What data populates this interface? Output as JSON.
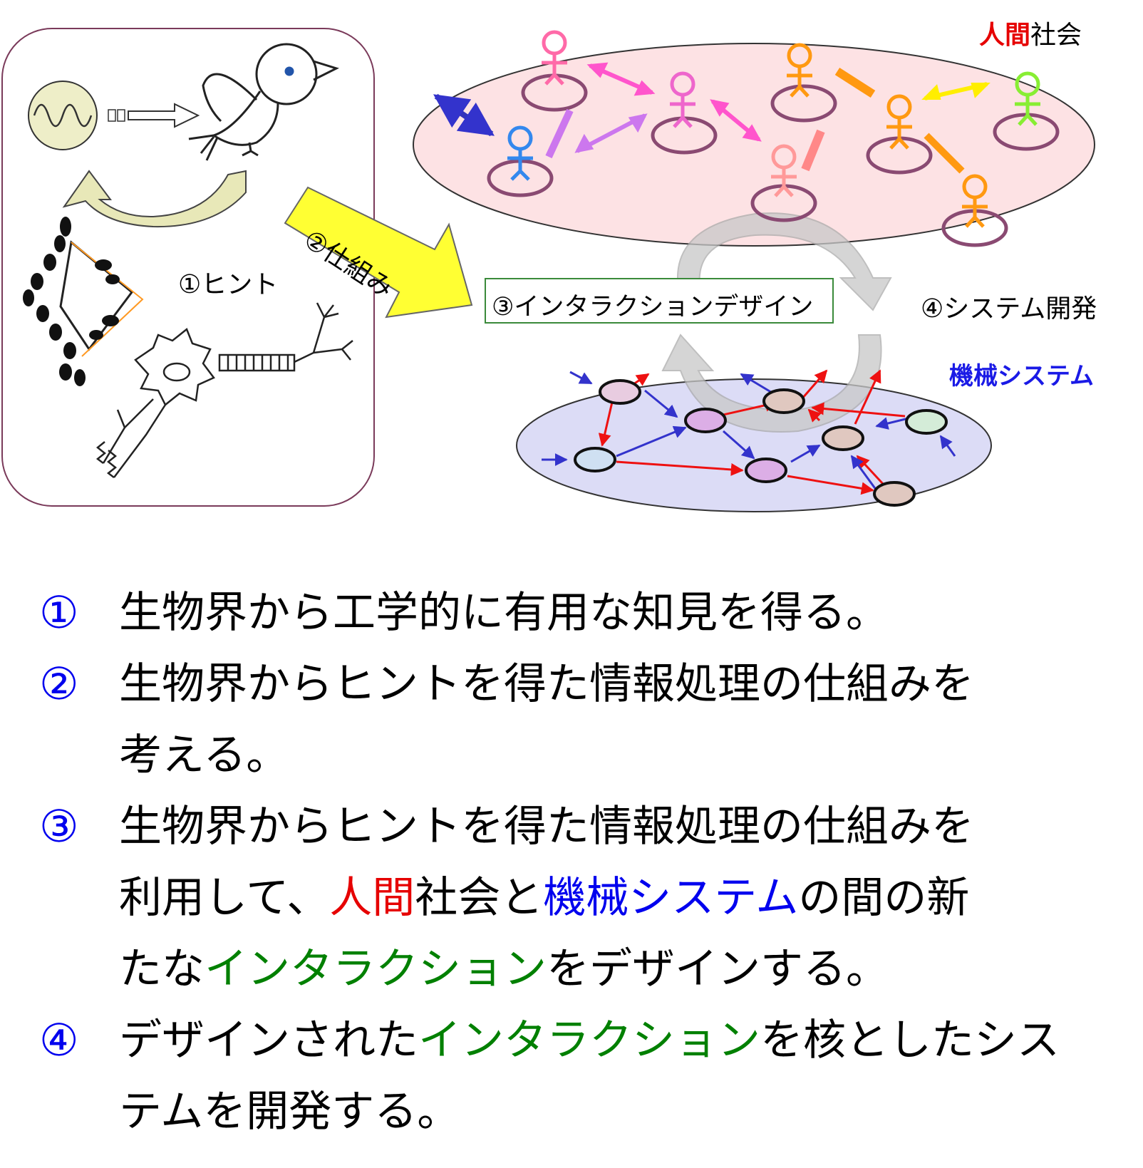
{
  "labels": {
    "hint": "①ヒント",
    "mechanism": "②仕組み",
    "interaction_design": "③インタラクションデザイン",
    "system_dev": "④システム開発",
    "human_society_1": "人間",
    "human_society_2": "社会",
    "machine_system": "機械システム"
  },
  "steps": [
    {
      "num": "①",
      "lines": [
        [
          {
            "t": "生物界から工学的に有用な知見を得る。",
            "c": ""
          }
        ]
      ]
    },
    {
      "num": "②",
      "lines": [
        [
          {
            "t": "生物界からヒントを得た情報処理の仕組みを",
            "c": ""
          }
        ],
        [
          {
            "t": "考える。",
            "c": ""
          }
        ]
      ]
    },
    {
      "num": "③",
      "lines": [
        [
          {
            "t": "生物界からヒントを得た情報処理の仕組みを",
            "c": ""
          }
        ],
        [
          {
            "t": "利用して、",
            "c": ""
          },
          {
            "t": "人間",
            "c": "red"
          },
          {
            "t": "社会と",
            "c": ""
          },
          {
            "t": "機械システム",
            "c": "blue"
          },
          {
            "t": "の間の新",
            "c": ""
          }
        ],
        [
          {
            "t": "たな",
            "c": ""
          },
          {
            "t": "インタラクション",
            "c": "green"
          },
          {
            "t": "をデザインする。",
            "c": ""
          }
        ]
      ]
    },
    {
      "num": "④",
      "lines": [
        [
          {
            "t": "デザインされた",
            "c": ""
          },
          {
            "t": "インタラクション",
            "c": "green"
          },
          {
            "t": "を核としたシス",
            "c": ""
          }
        ],
        [
          {
            "t": "テムを開発する。",
            "c": ""
          }
        ]
      ]
    }
  ],
  "colors": {
    "panel_border": "#7a3a5a",
    "society_fill": "#fde2e4",
    "machine_fill": "#dcdcf6",
    "node_ring": "#8a4a72",
    "arrow_yellow": "#ffff33"
  }
}
